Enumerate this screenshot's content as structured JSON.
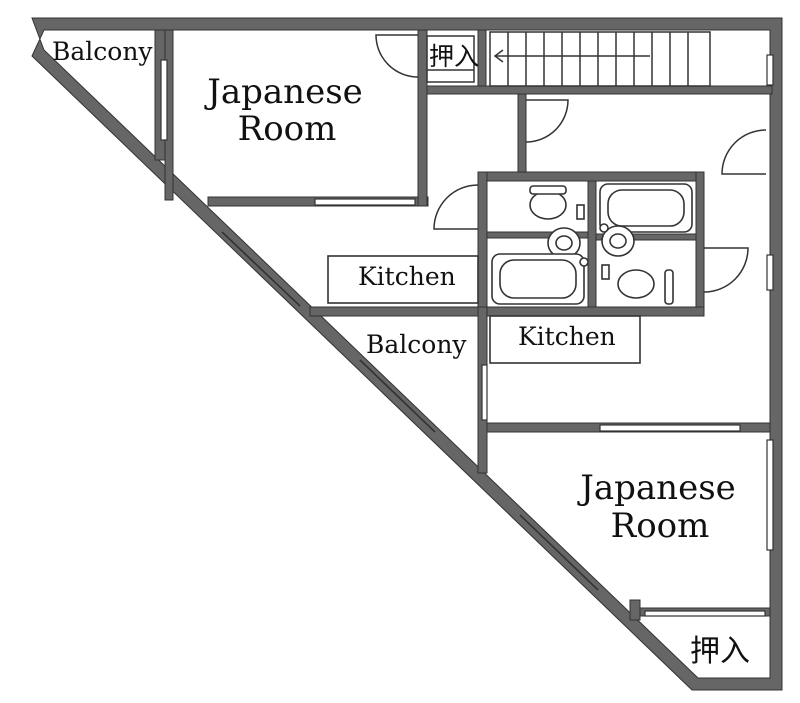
{
  "labels": {
    "balcony_top": "Balcony",
    "japanese_room_top": [
      "Japanese",
      "Room"
    ],
    "closet_top": "押入",
    "kitchen_left": "Kitchen",
    "balcony_mid": "Balcony",
    "kitchen_right": "Kitchen",
    "japanese_room_bottom": [
      "Japanese",
      "Room"
    ],
    "closet_bottom": "押入"
  },
  "colors": {
    "wall": "#666666",
    "line": "#333333",
    "background": "#ffffff"
  }
}
